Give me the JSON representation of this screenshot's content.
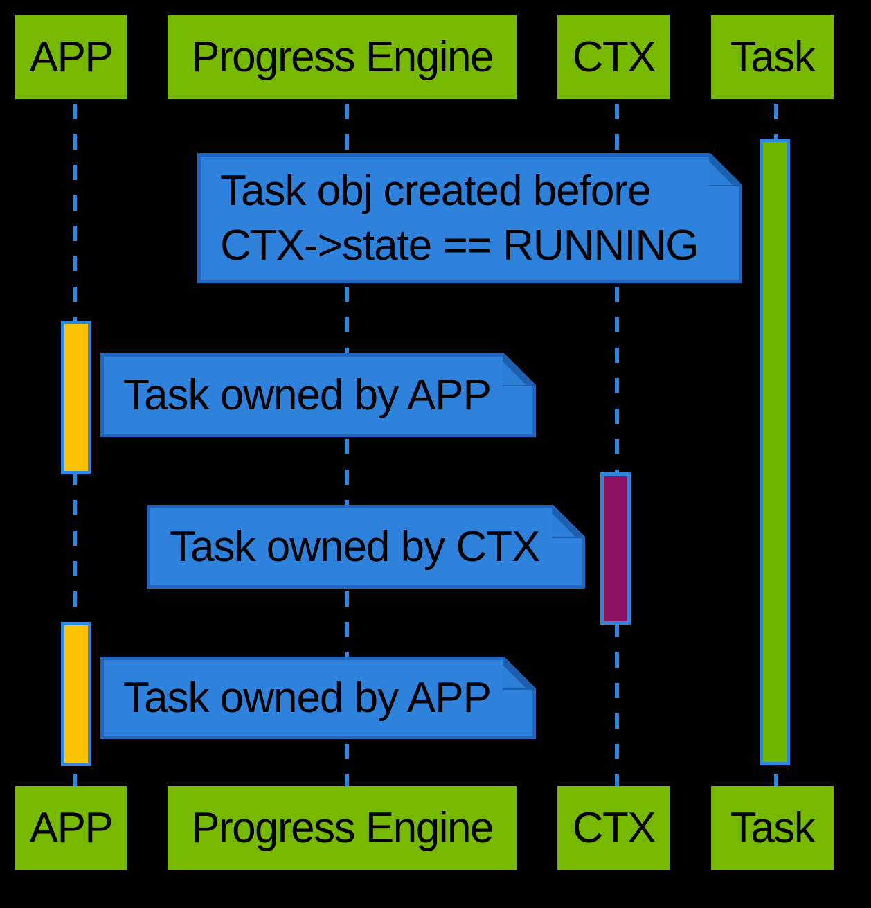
{
  "diagram": {
    "kind": "uml-sequence-diagram"
  },
  "actors": [
    {
      "label": "APP"
    },
    {
      "label": "Progress Engine"
    },
    {
      "label": "CTX"
    },
    {
      "label": "Task"
    }
  ],
  "notes": [
    {
      "text": "Task obj created before\nCTX->state == RUNNING"
    },
    {
      "text": "Task owned by APP"
    },
    {
      "text": "Task owned by CTX"
    },
    {
      "text": "Task owned by APP"
    }
  ],
  "activations": [
    {
      "lifeline": "Task",
      "color": "#6db702"
    },
    {
      "lifeline": "APP",
      "color": "#fbc303"
    },
    {
      "lifeline": "CTX",
      "color": "#8e1062"
    },
    {
      "lifeline": "APP",
      "color": "#fbc303"
    }
  ],
  "colors": {
    "background": "#000000",
    "actor_fill": "#76b900",
    "actor_text": "#000000",
    "note_fill": "#2e82dc",
    "note_border": "#2166be",
    "note_text": "#000000",
    "lifeline": "#2e86de",
    "activation_border": "#2e86de",
    "activation_app": "#fbc303",
    "activation_ctx": "#8e1062",
    "activation_task": "#6db702"
  }
}
